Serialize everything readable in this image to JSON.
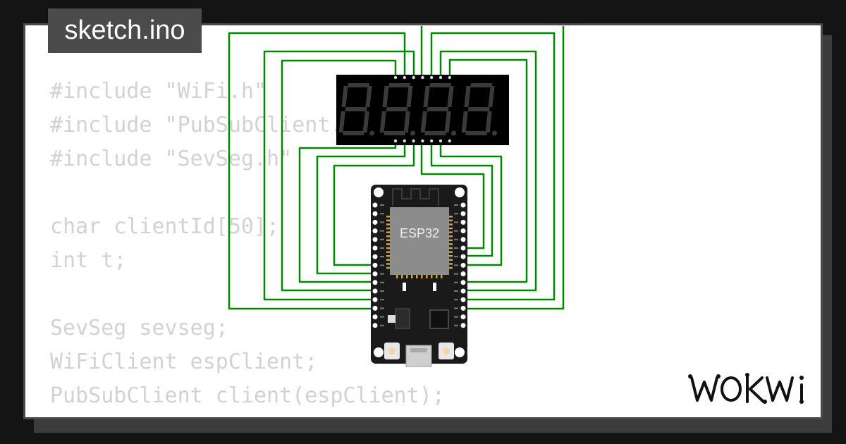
{
  "header": {
    "title": "sketch.ino"
  },
  "code": {
    "lines": [
      "#include \"WiFi.h\"",
      "#include \"PubSubClient.h\"",
      "#include \"SevSeg.h\"",
      "",
      "char clientId[50];",
      "int t;",
      "",
      "SevSeg sevseg;",
      "WiFiClient espClient;",
      "PubSubClient client(espClient);"
    ]
  },
  "board": {
    "label": "ESP32"
  },
  "display": {
    "digits": 4
  },
  "brand": {
    "logo": "WOKWI"
  },
  "colors": {
    "wire": "#008a00",
    "code_text": "#d2d2d2",
    "title_bg": "#4b4b4b",
    "segment_off": "#3a3a3a"
  }
}
